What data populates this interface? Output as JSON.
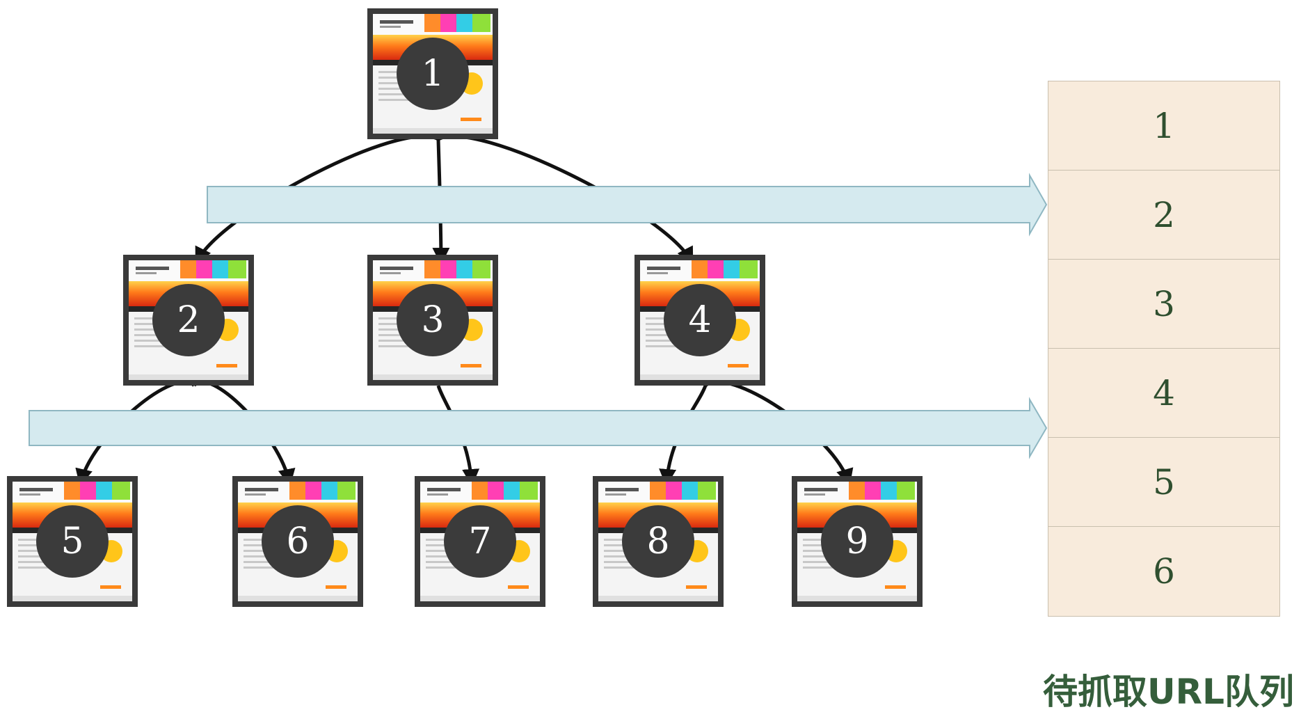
{
  "pages": [
    {
      "id": "1",
      "label": "1"
    },
    {
      "id": "2",
      "label": "2"
    },
    {
      "id": "3",
      "label": "3"
    },
    {
      "id": "4",
      "label": "4"
    },
    {
      "id": "5",
      "label": "5"
    },
    {
      "id": "6",
      "label": "6"
    },
    {
      "id": "7",
      "label": "7"
    },
    {
      "id": "8",
      "label": "8"
    },
    {
      "id": "9",
      "label": "9"
    }
  ],
  "edges": [
    {
      "from": "1",
      "to": "2"
    },
    {
      "from": "1",
      "to": "3"
    },
    {
      "from": "1",
      "to": "4"
    },
    {
      "from": "2",
      "to": "5"
    },
    {
      "from": "2",
      "to": "6"
    },
    {
      "from": "3",
      "to": "7"
    },
    {
      "from": "4",
      "to": "8"
    },
    {
      "from": "4",
      "to": "9"
    }
  ],
  "queue": {
    "items": [
      "1",
      "2",
      "3",
      "4",
      "5",
      "6"
    ],
    "label": "待抓取URL队列"
  },
  "colors": {
    "level_arrow_fill": "#d5eaef",
    "level_arrow_stroke": "#8fb7c2",
    "queue_fill": "#f8ebdc",
    "queue_text": "#2f4f2f",
    "label_text": "#355e3b",
    "edge": "#111111",
    "page_frame": "#3a3a3a",
    "number_circle": "#3b3b3b",
    "tab_colors": [
      "#ff8c2a",
      "#ff3fb4",
      "#33cde6",
      "#8fe03a"
    ]
  }
}
